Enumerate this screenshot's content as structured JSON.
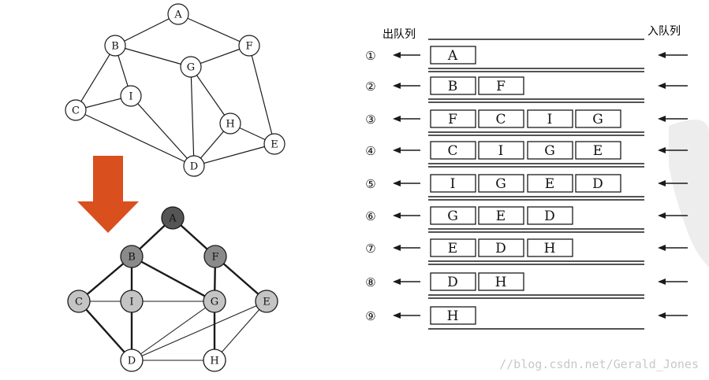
{
  "colors": {
    "arrow_fill": "#d94f1e",
    "line": "#1a1a1a",
    "node_root": "#555555",
    "node_level1": "#8a8a8a",
    "node_level2": "#c4c4c4",
    "node_level3": "#ffffff",
    "watermark": "#c8c8c8",
    "watermark_shape": "#ededed"
  },
  "top_graph": {
    "nodes": [
      "A",
      "B",
      "F",
      "G",
      "I",
      "C",
      "H",
      "E",
      "D"
    ],
    "edges": [
      [
        "A",
        "B"
      ],
      [
        "A",
        "F"
      ],
      [
        "B",
        "G"
      ],
      [
        "F",
        "G"
      ],
      [
        "B",
        "I"
      ],
      [
        "B",
        "C"
      ],
      [
        "C",
        "I"
      ],
      [
        "C",
        "D"
      ],
      [
        "I",
        "D"
      ],
      [
        "G",
        "D"
      ],
      [
        "G",
        "H"
      ],
      [
        "H",
        "D"
      ],
      [
        "H",
        "E"
      ],
      [
        "F",
        "E"
      ],
      [
        "E",
        "D"
      ]
    ]
  },
  "bottom_graph": {
    "nodes": [
      {
        "id": "A",
        "level": 0
      },
      {
        "id": "B",
        "level": 1
      },
      {
        "id": "F",
        "level": 1
      },
      {
        "id": "C",
        "level": 2
      },
      {
        "id": "I",
        "level": 2
      },
      {
        "id": "G",
        "level": 2
      },
      {
        "id": "E",
        "level": 2
      },
      {
        "id": "D",
        "level": 3
      },
      {
        "id": "H",
        "level": 3
      }
    ],
    "tree_edges": [
      [
        "A",
        "B"
      ],
      [
        "A",
        "F"
      ],
      [
        "B",
        "C"
      ],
      [
        "B",
        "I"
      ],
      [
        "B",
        "G"
      ],
      [
        "F",
        "G"
      ],
      [
        "F",
        "E"
      ],
      [
        "C",
        "D"
      ],
      [
        "I",
        "D"
      ],
      [
        "G",
        "H"
      ]
    ],
    "other_edges": [
      [
        "C",
        "I"
      ],
      [
        "I",
        "G"
      ],
      [
        "G",
        "D"
      ],
      [
        "E",
        "D"
      ],
      [
        "E",
        "H"
      ],
      [
        "D",
        "H"
      ]
    ]
  },
  "queue": {
    "dequeue_label": "出队列",
    "enqueue_label": "入队列",
    "steps": [
      {
        "label": "①",
        "items": [
          "A"
        ]
      },
      {
        "label": "②",
        "items": [
          "B",
          "F"
        ]
      },
      {
        "label": "③",
        "items": [
          "F",
          "C",
          "I",
          "G"
        ]
      },
      {
        "label": "④",
        "items": [
          "C",
          "I",
          "G",
          "E"
        ]
      },
      {
        "label": "⑤",
        "items": [
          "I",
          "G",
          "E",
          "D"
        ]
      },
      {
        "label": "⑥",
        "items": [
          "G",
          "E",
          "D"
        ]
      },
      {
        "label": "⑦",
        "items": [
          "E",
          "D",
          "H"
        ]
      },
      {
        "label": "⑧",
        "items": [
          "D",
          "H"
        ]
      },
      {
        "label": "⑨",
        "items": [
          "H"
        ]
      }
    ]
  },
  "watermark": "//blog.csdn.net/Gerald_Jones"
}
